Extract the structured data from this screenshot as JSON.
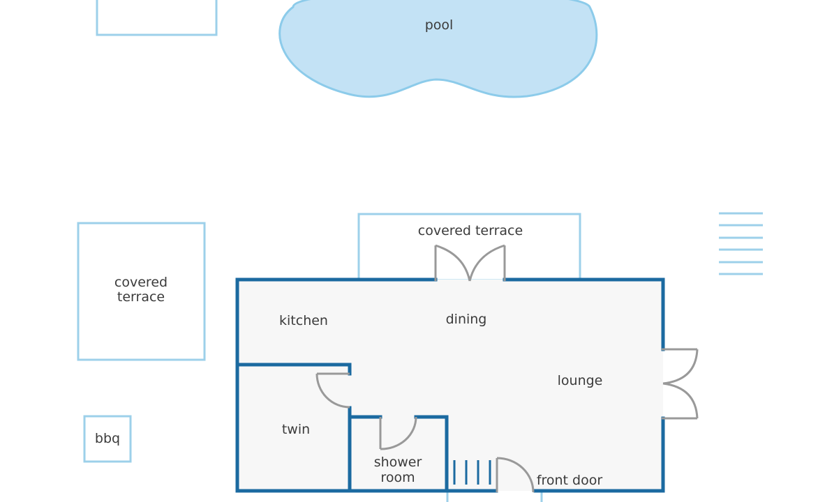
{
  "colors": {
    "wall": "#1b6aa0",
    "outdoor_outline": "#9dd0ea",
    "pool_fill": "#c3e2f5",
    "pool_stroke": "#8ccbea",
    "floor": "#f7f7f7",
    "door": "#999999",
    "label": "#3b3b3b"
  },
  "outdoor": {
    "pool": "pool",
    "covered_terrace_top": "covered terrace",
    "covered_terrace_left_line1": "covered",
    "covered_terrace_left_line2": "terrace",
    "bbq": "bbq",
    "partial_top_box": ""
  },
  "rooms": {
    "kitchen": "kitchen",
    "dining": "dining",
    "lounge": "lounge",
    "twin": "twin",
    "shower_room_line1": "shower",
    "shower_room_line2": "room",
    "front_door": "front door"
  }
}
